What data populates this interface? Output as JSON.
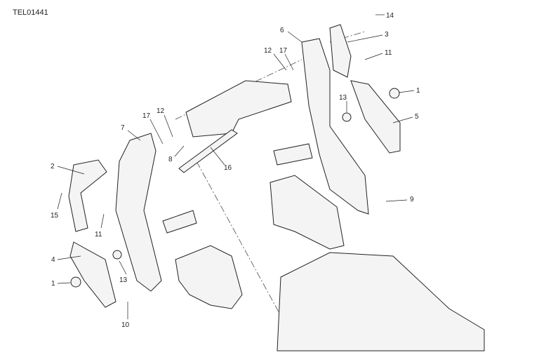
{
  "drawing_code": "TEL01441",
  "callouts": [
    "14",
    "6",
    "3",
    "12",
    "17",
    "11",
    "1",
    "13",
    "5",
    "17",
    "12",
    "7",
    "2",
    "8",
    "16",
    "15",
    "11",
    "9",
    "4",
    "1",
    "13",
    "10"
  ]
}
